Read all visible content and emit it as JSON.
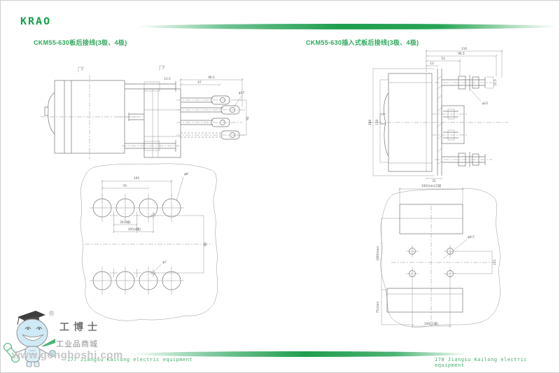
{
  "brand": {
    "logo_text": "KRAO"
  },
  "sections": {
    "left_title": "CKM55-630板后接线(3极、4极)",
    "right_title": "CKM55-630插入式板后接线(3极、4极)"
  },
  "diagrams": {
    "rear_fixed_views": {
      "dim_top_1": "96.5",
      "dim_top_2": "47",
      "dim_hole": "φ17",
      "dim_right": "92",
      "dim_stud": "13.5"
    },
    "rear_fixed_drill": {
      "dim_width_4p": "105",
      "dim_width_3p": "70",
      "dim_mid_3p": "35(3极)",
      "dim_mid_4p": "105(4极)",
      "dim_height": "95",
      "hole_large": "φ8",
      "hole_small": "φ7"
    },
    "plug_in_views": {
      "dim_top_1": "110",
      "dim_top_2": "96.5",
      "dim_top_3": "53",
      "dim_top_4": "13",
      "dim_right": "15.5",
      "dim_bolt": "φ12",
      "dim_left_outer": "268",
      "dim_left_inner": "150",
      "dim_bottom": "31"
    },
    "plug_in_drill": {
      "dim_top": "192(min)三极",
      "hole": "φ8.5",
      "dim_right": "122",
      "dim_left_upper": "160(max)",
      "dim_left_lower": "75(min)",
      "dim_bottom": "100(三极)"
    }
  },
  "watermark": {
    "registered": "®",
    "brand_name": "工博士",
    "tagline": "工业品商城",
    "website": "www.gongboshi.com"
  },
  "footer": {
    "left_page_text": "177  Jiangsu Kailong electric equipment",
    "right_page_text": "178  Jiangsu Kailong electric equipment"
  }
}
